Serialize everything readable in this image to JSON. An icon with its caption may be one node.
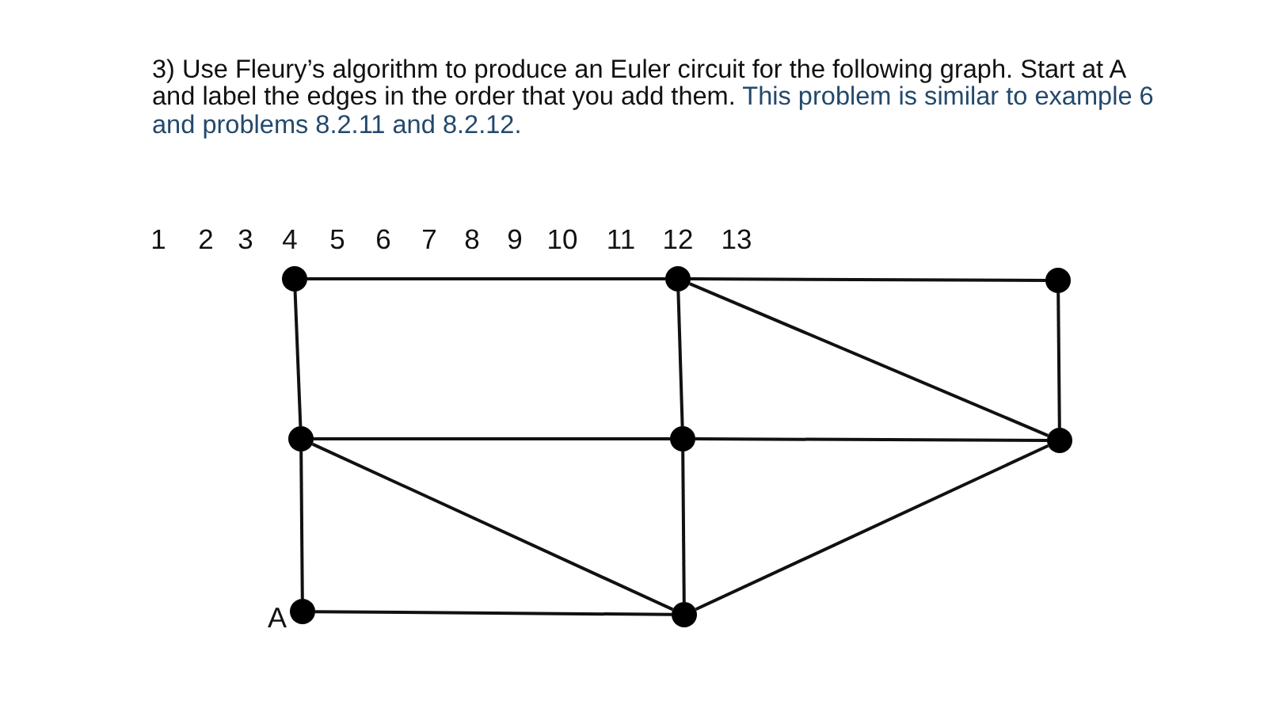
{
  "diagram": {
    "nodes": [
      {
        "text": [],
        "shape": "circle"
      },
      {
        "text": [],
        "shape": "circle"
      },
      {
        "text": [],
        "shape": "circle"
      },
      {
        "text": [],
        "shape": "circle"
      },
      {
        "text": [],
        "shape": "circle"
      },
      {
        "text": [],
        "shape": "circle"
      },
      {
        "text": [],
        "shape": "circle",
        "beside": [
          "A"
        ]
      },
      {
        "text": [],
        "shape": "circle"
      }
    ],
    "edges": [
      {
        "from": 0,
        "to": 1,
        "arrow": "none"
      },
      {
        "from": 1,
        "to": 2,
        "arrow": "none"
      },
      {
        "from": 0,
        "to": 3,
        "arrow": "none"
      },
      {
        "from": 1,
        "to": 4,
        "arrow": "none"
      },
      {
        "from": 1,
        "to": 5,
        "arrow": "none"
      },
      {
        "from": 2,
        "to": 5,
        "arrow": "none"
      },
      {
        "from": 3,
        "to": 4,
        "arrow": "none"
      },
      {
        "from": 4,
        "to": 5,
        "arrow": "none"
      },
      {
        "from": 3,
        "to": 6,
        "arrow": "none"
      },
      {
        "from": 3,
        "to": 7,
        "arrow": "none"
      },
      {
        "from": 4,
        "to": 7,
        "arrow": "none"
      },
      {
        "from": 6,
        "to": 7,
        "arrow": "none"
      },
      {
        "from": 7,
        "to": 5,
        "arrow": "none"
      }
    ],
    "labels": [
      "3) Use Fleury’s algorithm to produce an Euler circuit for the following graph. Start at A and label the edges in the order that you add them.",
      "This problem is similar to example 6 and problems 8.2.11 and 8.2.12.",
      "1",
      "2",
      "3",
      "4",
      "5",
      "6",
      "7",
      "8",
      "9",
      "10",
      "11",
      "12",
      "13"
    ]
  }
}
